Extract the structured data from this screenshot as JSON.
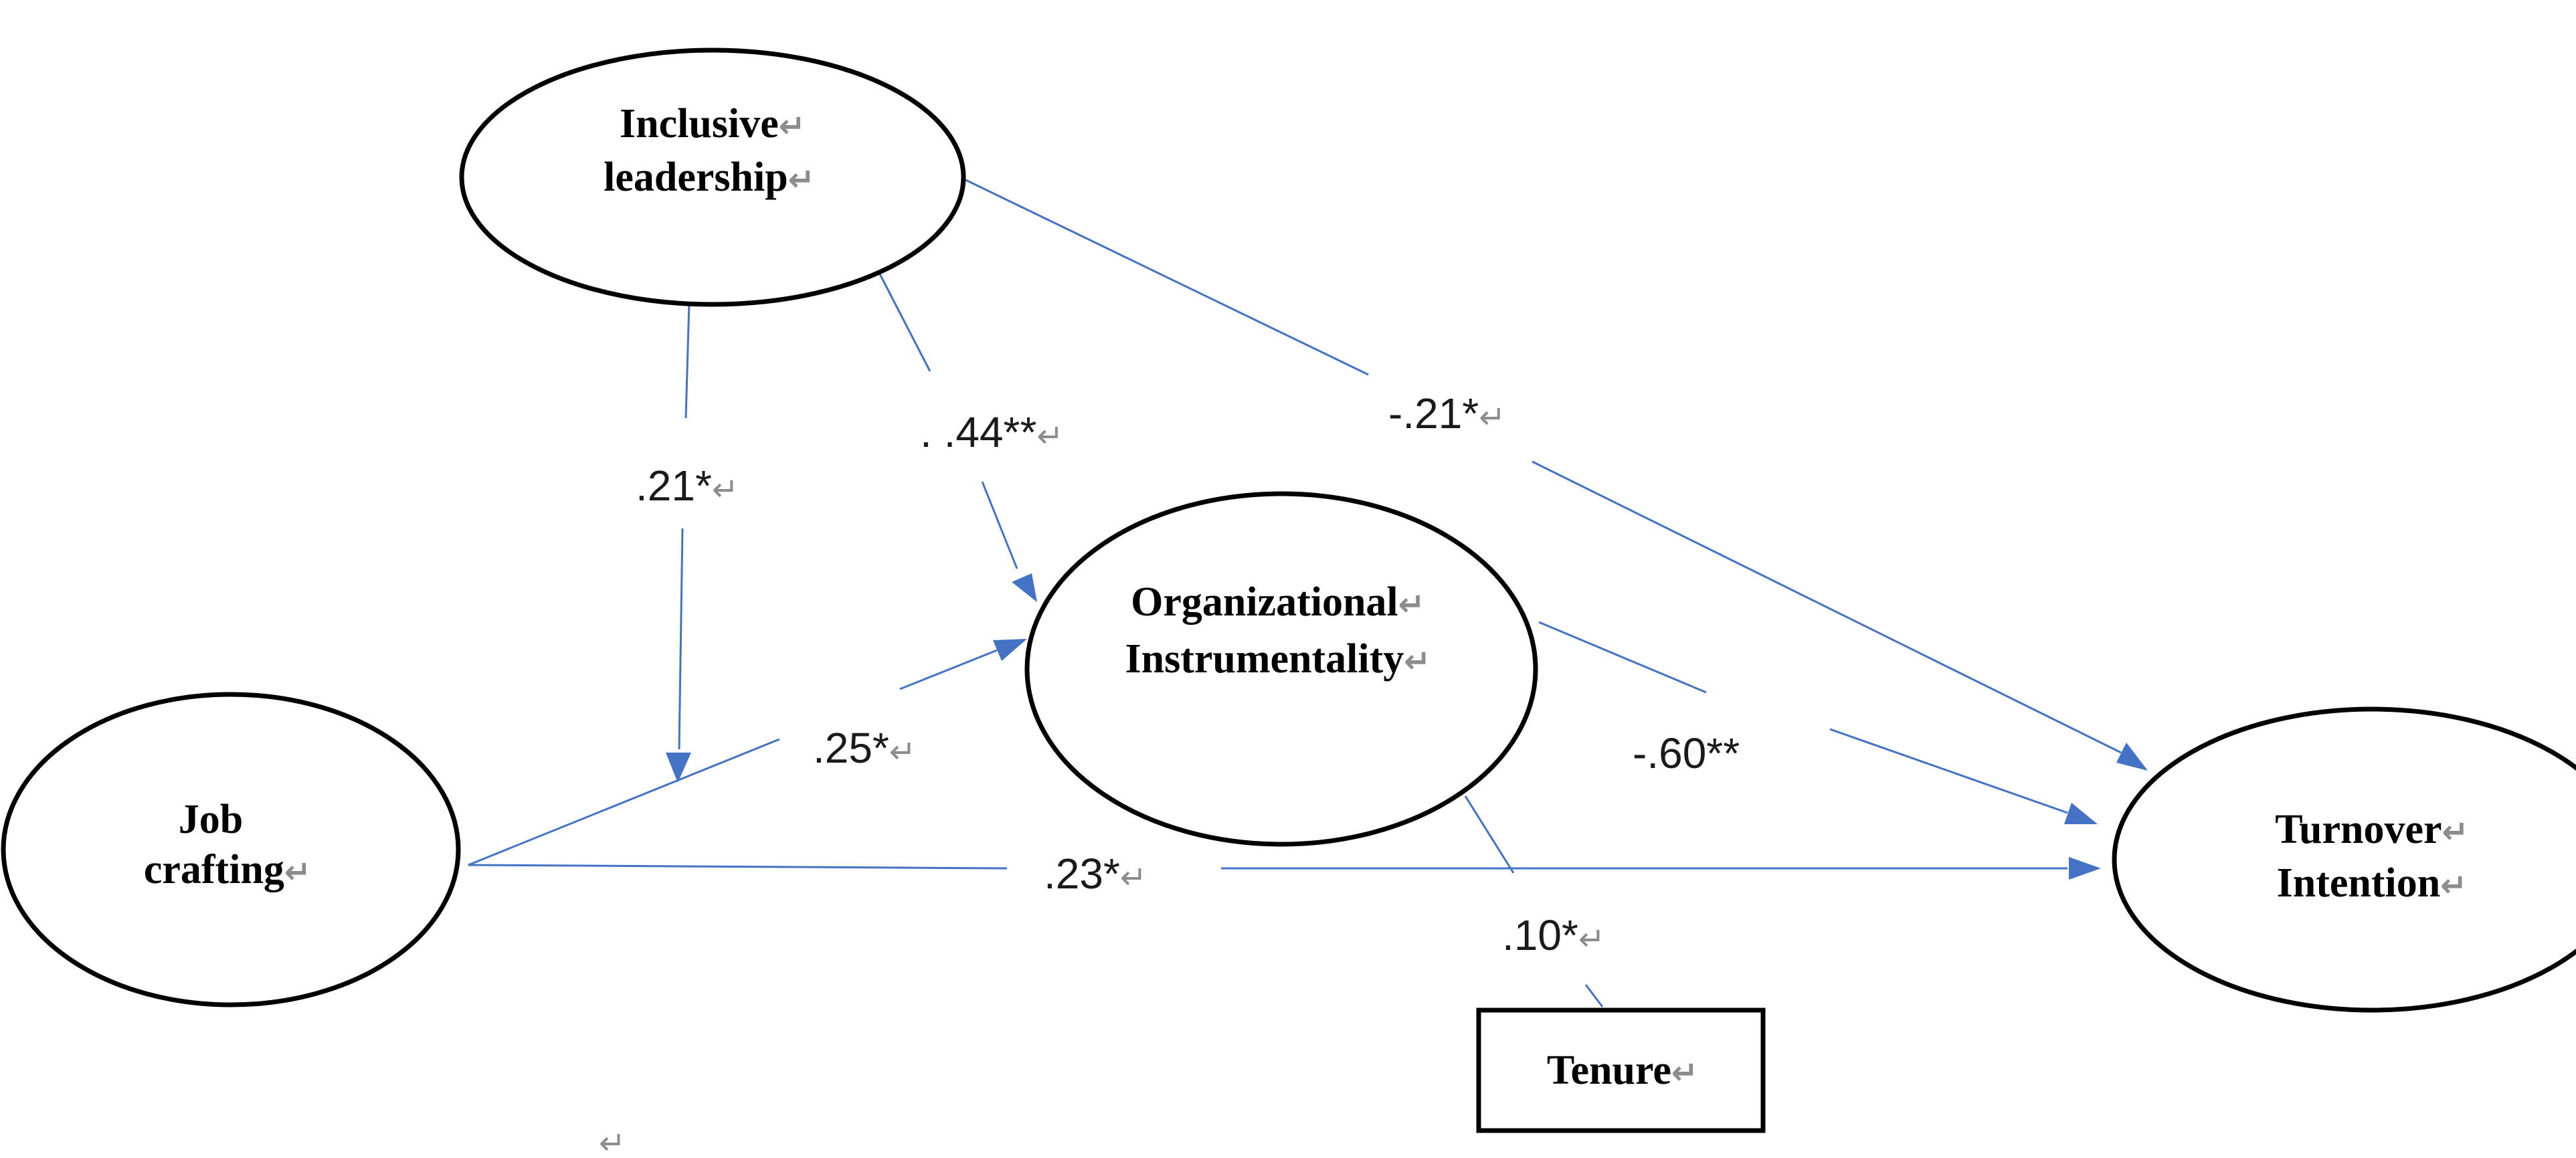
{
  "colors": {
    "edge": "#4472c4",
    "node_stroke": "#000000",
    "paragraph_mark": "#8c8c8c"
  },
  "nodes": {
    "inclusive_leadership": {
      "line1": "Inclusive",
      "line2": "leadership"
    },
    "organizational_instrumentality": {
      "line1": "Organizational",
      "line2": "Instrumentality"
    },
    "job_crafting": {
      "line1": "Job",
      "line2": "crafting"
    },
    "turnover_intention": {
      "line1": "Turnover",
      "line2": "Intention"
    },
    "tenure": {
      "line1": "Tenure"
    }
  },
  "paths": {
    "leadership_to_turnover": [
      "-.21*",
      "↵"
    ],
    "leadership_to_instrumentality": [
      ". .44**",
      "↵"
    ],
    "leadership_moderation": [
      ".21*",
      "↵"
    ],
    "crafting_to_instrumentality": [
      ".25*",
      "↵"
    ],
    "instrumentality_to_turnover": [
      "-.60**",
      ""
    ],
    "crafting_to_turnover": [
      ".23*",
      "↵"
    ],
    "tenure_to_instrumentality": [
      ".10*",
      "↵"
    ]
  },
  "paragraph_mark": "↵"
}
